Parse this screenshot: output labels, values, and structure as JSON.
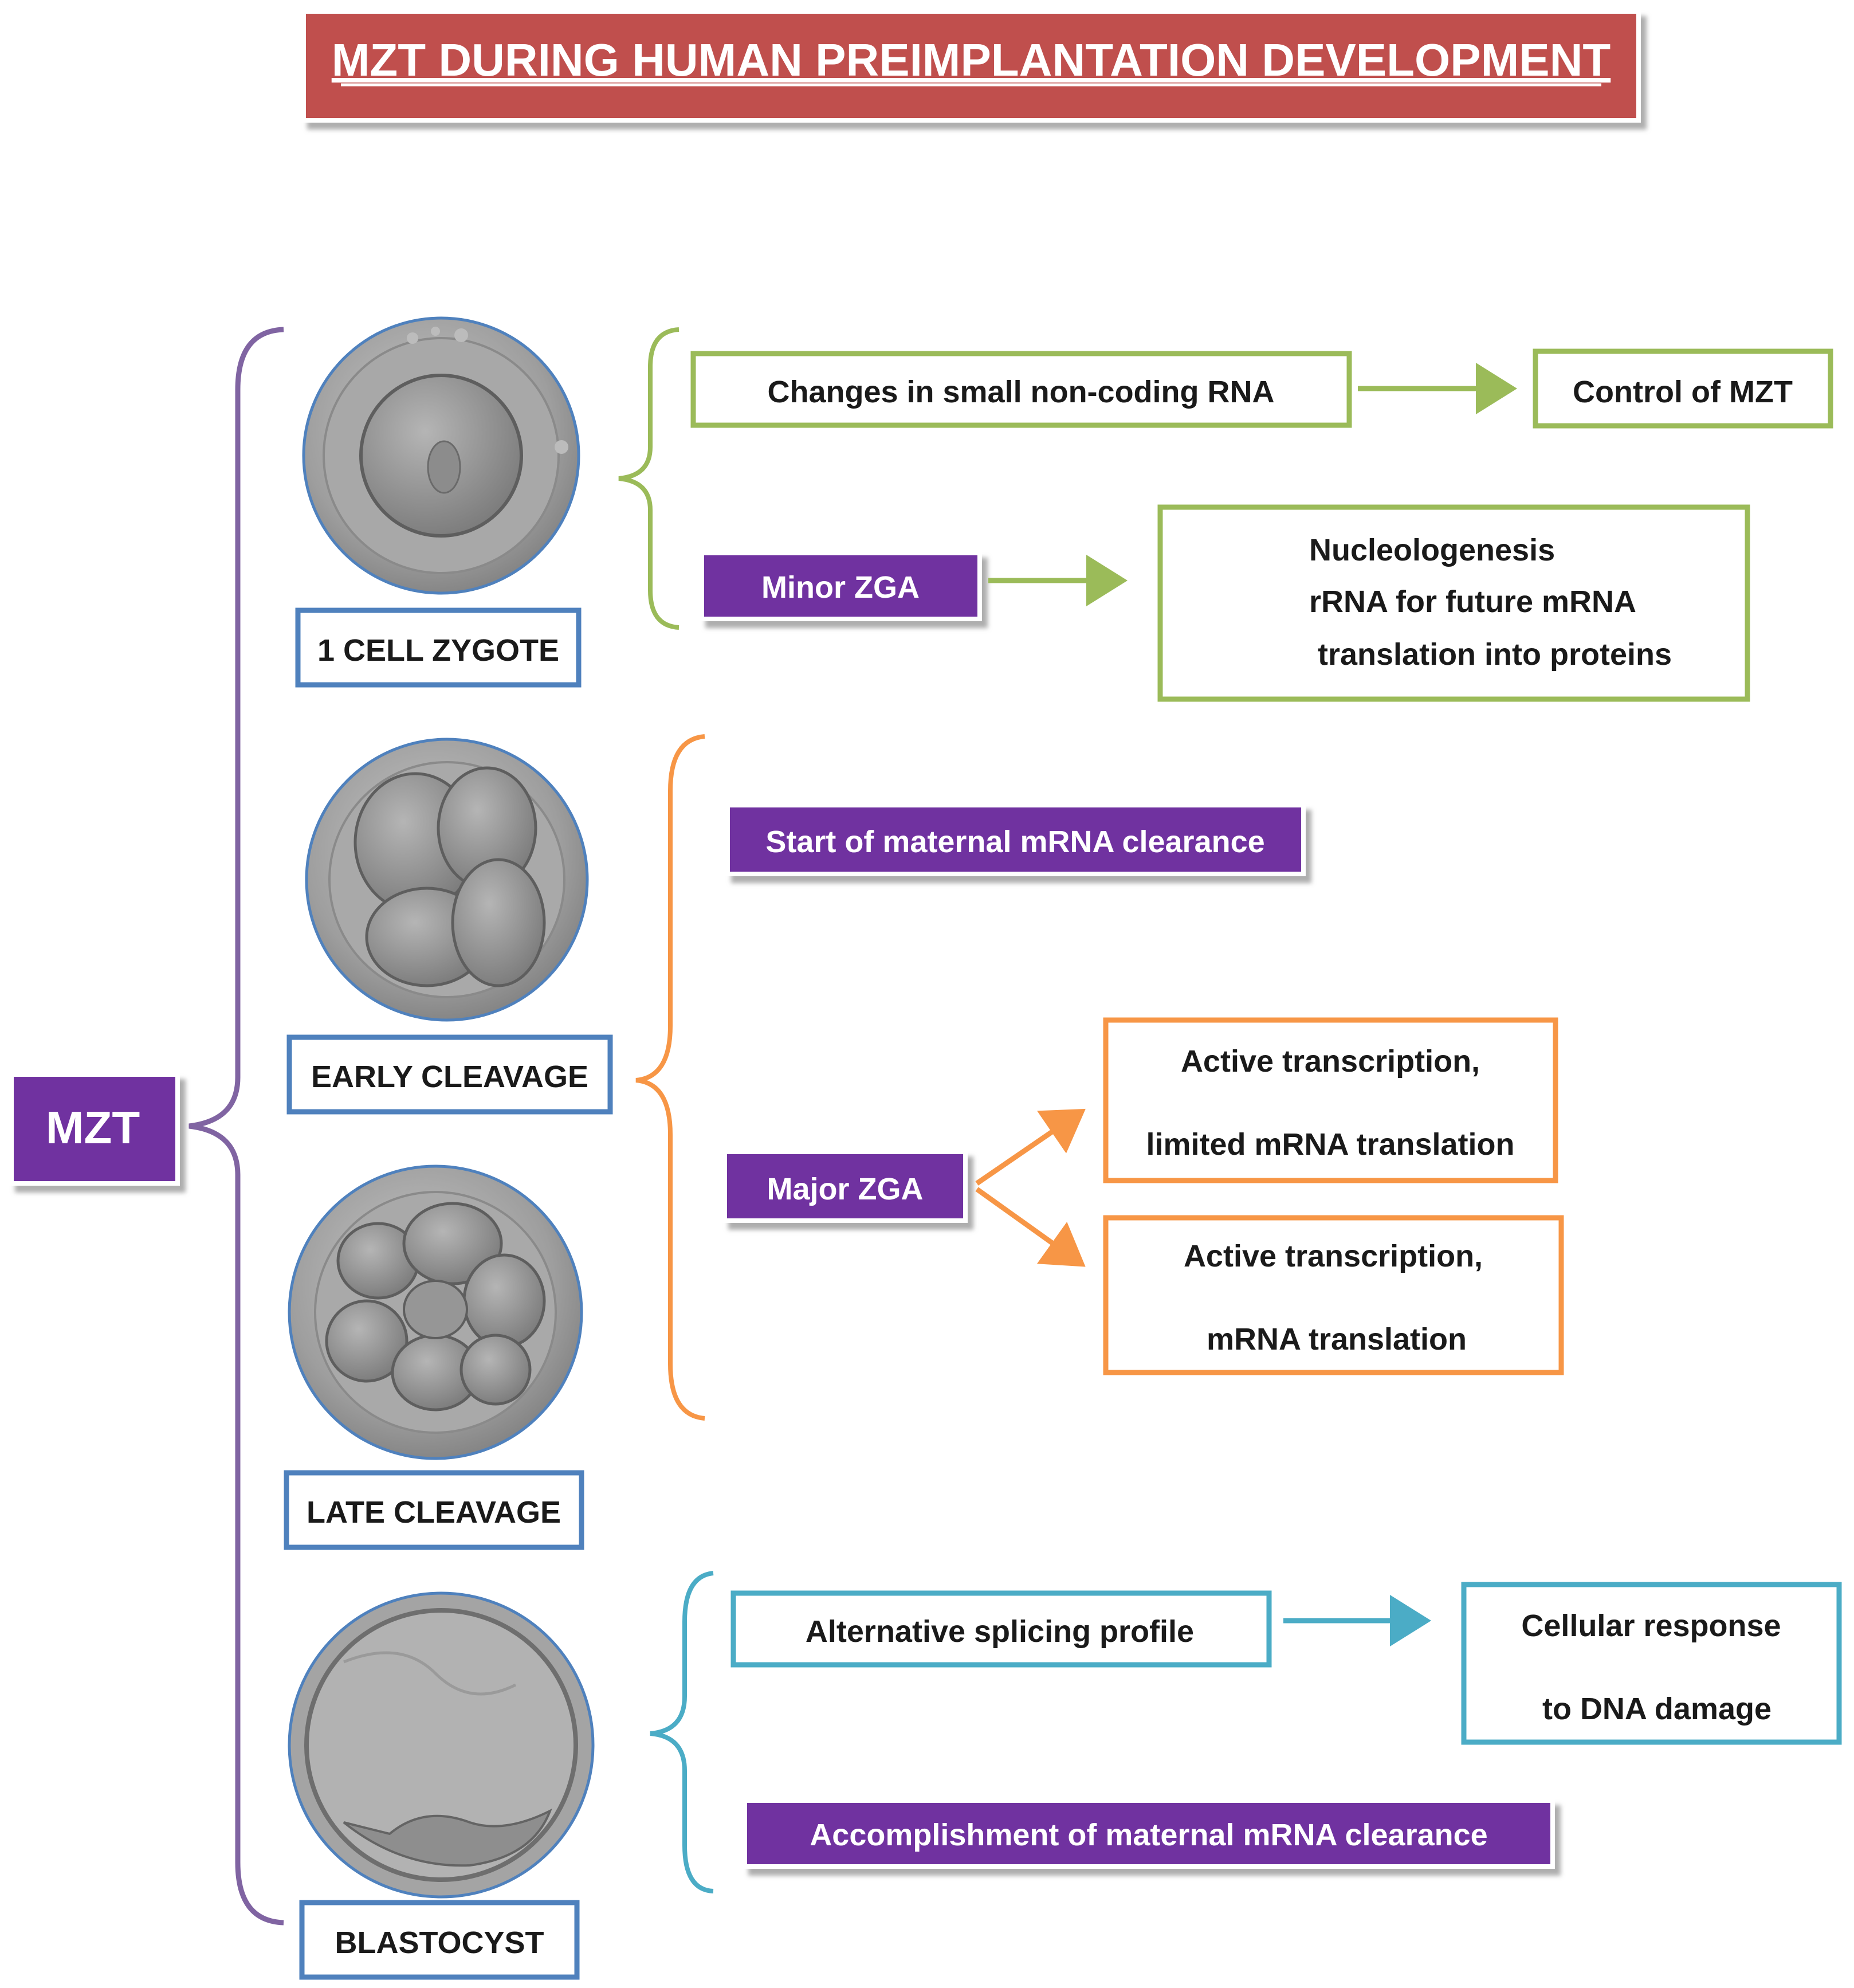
{
  "title": "MZT DURING HUMAN PREIMPLANTATION DEVELOPMENT",
  "root_label": "MZT",
  "stages": {
    "zygote": "1 CELL ZYGOTE",
    "early_cleavage": "EARLY CLEAVAGE",
    "late_cleavage": "LATE CLEAVAGE",
    "blastocyst": "BLASTOCYST"
  },
  "zygote_branch": {
    "small_rna": "Changes in small non-coding RNA",
    "control_mzt": "Control of MZT",
    "minor_zga": "Minor ZGA",
    "nucleolo_line1": "Nucleologenesis",
    "nucleolo_line2": "rRNA for future mRNA",
    "nucleolo_line3": "translation into proteins"
  },
  "cleavage_branch": {
    "start_clearance": "Start of maternal mRNA clearance",
    "major_zga": "Major ZGA",
    "active1_line1": "Active transcription,",
    "active1_line2": "limited mRNA translation",
    "active2_line1": "Active transcription,",
    "active2_line2": "mRNA translation"
  },
  "blastocyst_branch": {
    "splicing": "Alternative splicing profile",
    "response_line1": "Cellular response",
    "response_line2": "to DNA damage",
    "accomplishment": "Accomplishment of maternal mRNA clearance"
  },
  "colors": {
    "title_fill": "#c0504d",
    "purple": "#7030a0",
    "green": "#9bbb59",
    "orange": "#f79646",
    "teal": "#4bacc6",
    "stage_blue": "#4f81bd",
    "root_bracket": "#8064a2"
  }
}
